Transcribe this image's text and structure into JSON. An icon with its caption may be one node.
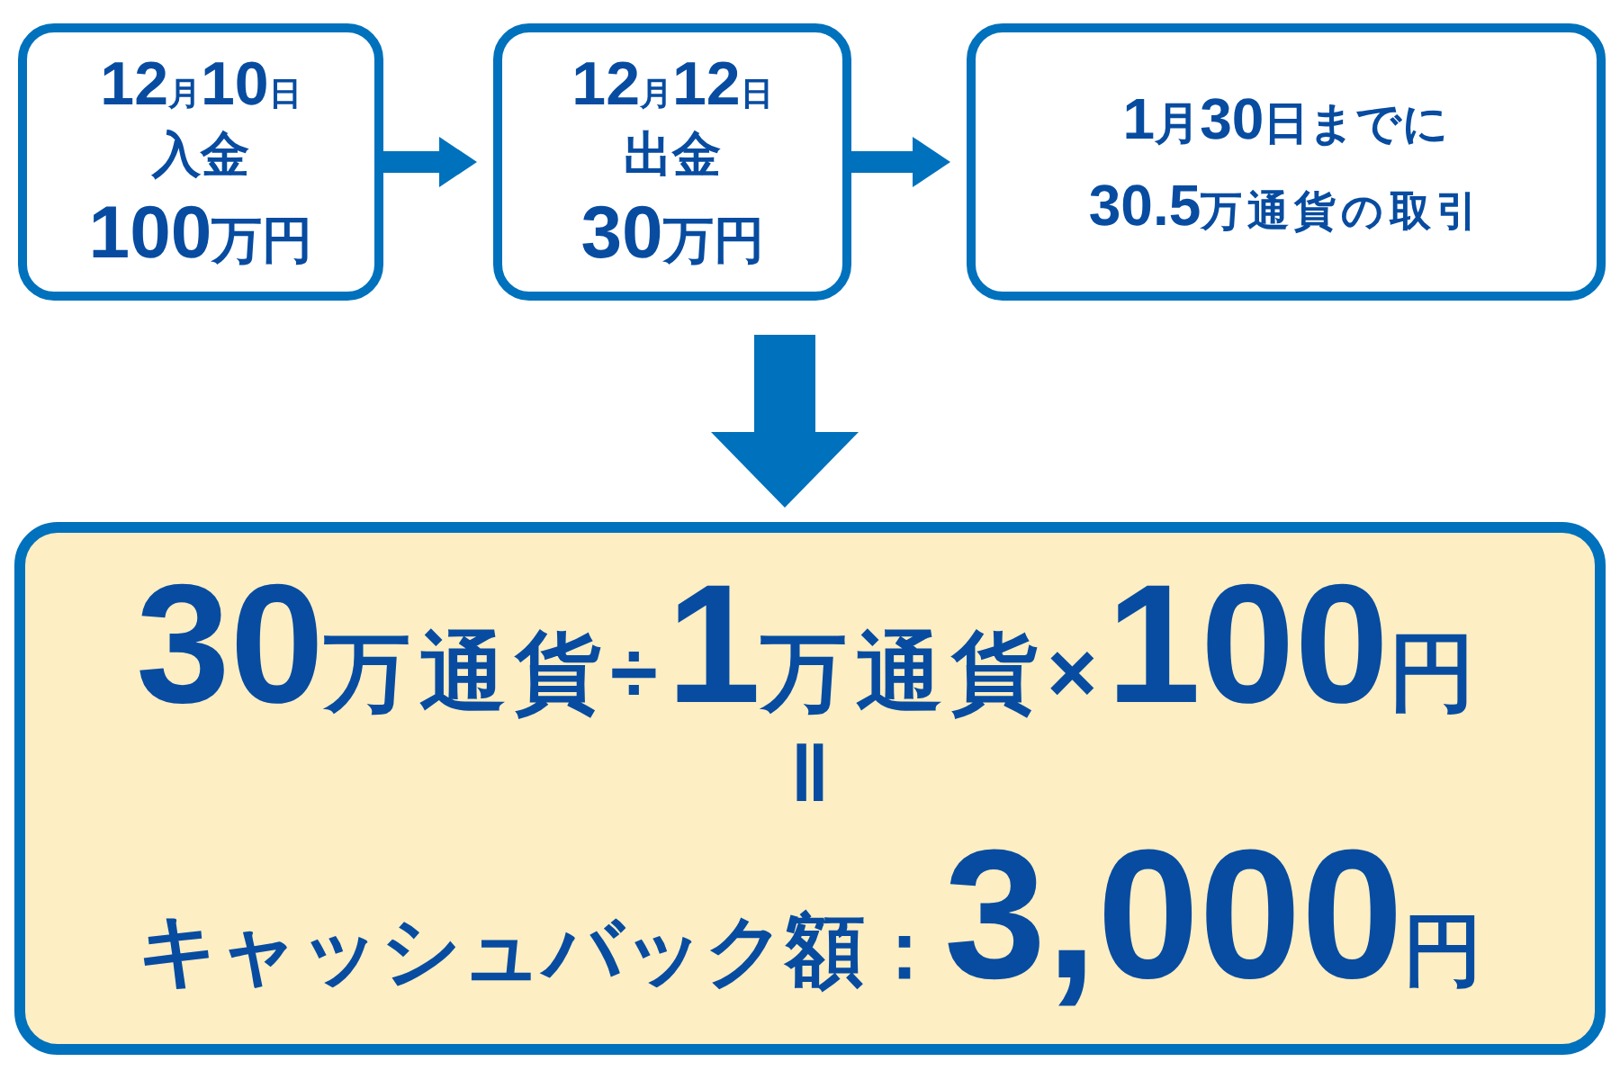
{
  "diagram": {
    "nodes": [
      {
        "text": [
          "12月10日",
          "入金",
          "100万円"
        ]
      },
      {
        "text": [
          "12月12日",
          "出金",
          "30万円"
        ]
      },
      {
        "text": [
          "1月30日までに",
          "30.5万通貨の取引"
        ]
      },
      {
        "text": [
          "30万通貨÷1万通貨×100円",
          "‖",
          "キャッシュバック額：3,000円"
        ]
      }
    ],
    "edges": [
      {
        "from": 0,
        "to": 1,
        "arrow": "to"
      },
      {
        "from": 1,
        "to": 2,
        "arrow": "to"
      },
      {
        "from": null,
        "to": 3,
        "arrow": "to",
        "style": "thick"
      }
    ]
  }
}
